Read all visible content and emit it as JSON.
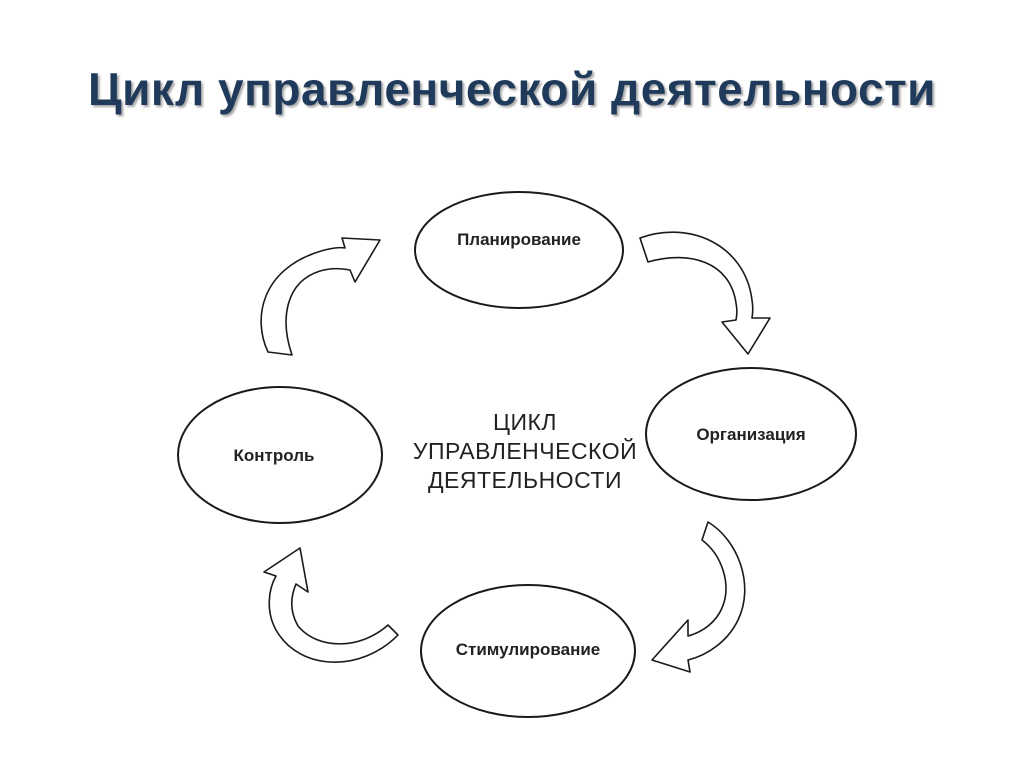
{
  "slide": {
    "title": "Цикл управленческой деятельности"
  },
  "diagram": {
    "center_lines": [
      "ЦИКЛ",
      "УПРАВЛЕНЧЕСКОЙ",
      "ДЕЯТЕЛЬНОСТИ"
    ],
    "nodes": {
      "planning": "Планирование",
      "organization": "Организация",
      "stimulation": "Стимулирование",
      "control": "Контроль"
    },
    "colors": {
      "title": "#1f3a5a",
      "stroke": "#1a1a1a",
      "background": "#ffffff"
    }
  }
}
